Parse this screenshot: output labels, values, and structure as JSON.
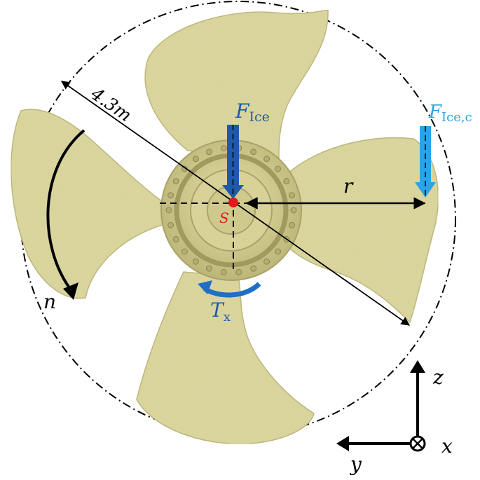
{
  "labels": {
    "diameter": "4.3m",
    "force_main": "F",
    "force_main_sub": "Ice",
    "force_tip": "F",
    "force_tip_sub": "Ice,c",
    "radius": "r",
    "center": "S",
    "rotation": "n",
    "torque": "T",
    "torque_sub": "x",
    "axis_z": "z",
    "axis_y": "y",
    "axis_x": "x"
  },
  "colors": {
    "blade": "#dcd79a",
    "blade_edge": "#bdb676",
    "hub": "#d2cb8c",
    "force_main": "#1f5aa8",
    "force_tip": "#2aa4e6",
    "center_point": "#e01b1b",
    "torque_arrow": "#1f6fc4",
    "line": "#000000"
  },
  "icons": {
    "propeller": "propeller-image",
    "axis_x": "out-of-plane-circled-cross"
  }
}
